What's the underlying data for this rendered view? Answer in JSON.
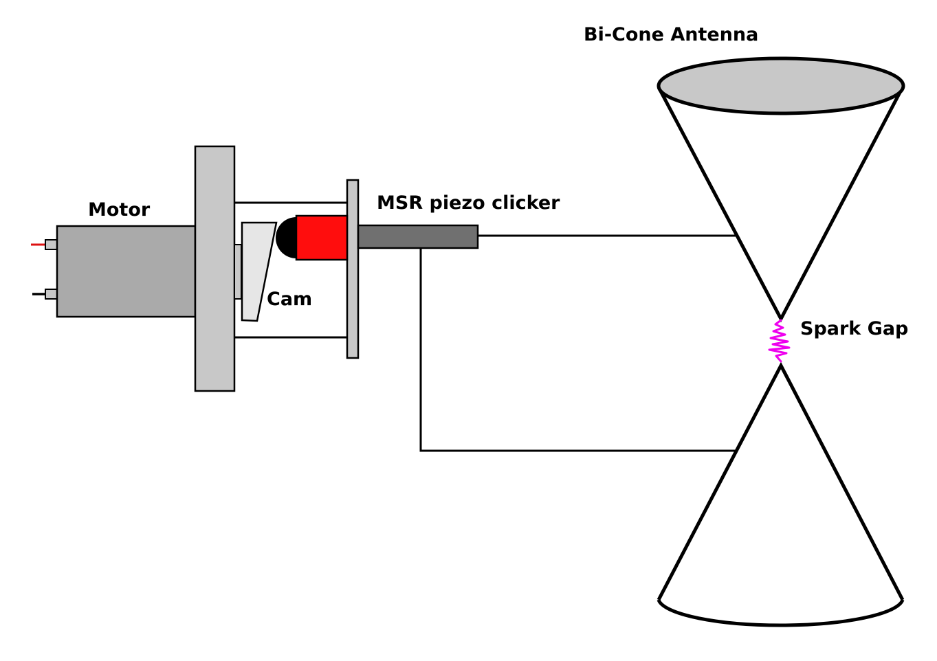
{
  "labels": {
    "motor": "Motor",
    "cam": "Cam",
    "clicker": "MSR piezo clicker",
    "antenna": "Bi-Cone Antenna",
    "spark_gap": "Spark Gap"
  },
  "colors": {
    "motor_body": "#aaaaaa",
    "plate": "#c8c8c8",
    "cam": "#e6e6e6",
    "red_part": "#ff0d0d",
    "clicker_rod": "#707070",
    "antenna_top": "#c8c8c8",
    "spark": "#ee00ee",
    "positive_lead": "#dd1111",
    "negative_lead": "#000000",
    "stroke": "#000000"
  }
}
